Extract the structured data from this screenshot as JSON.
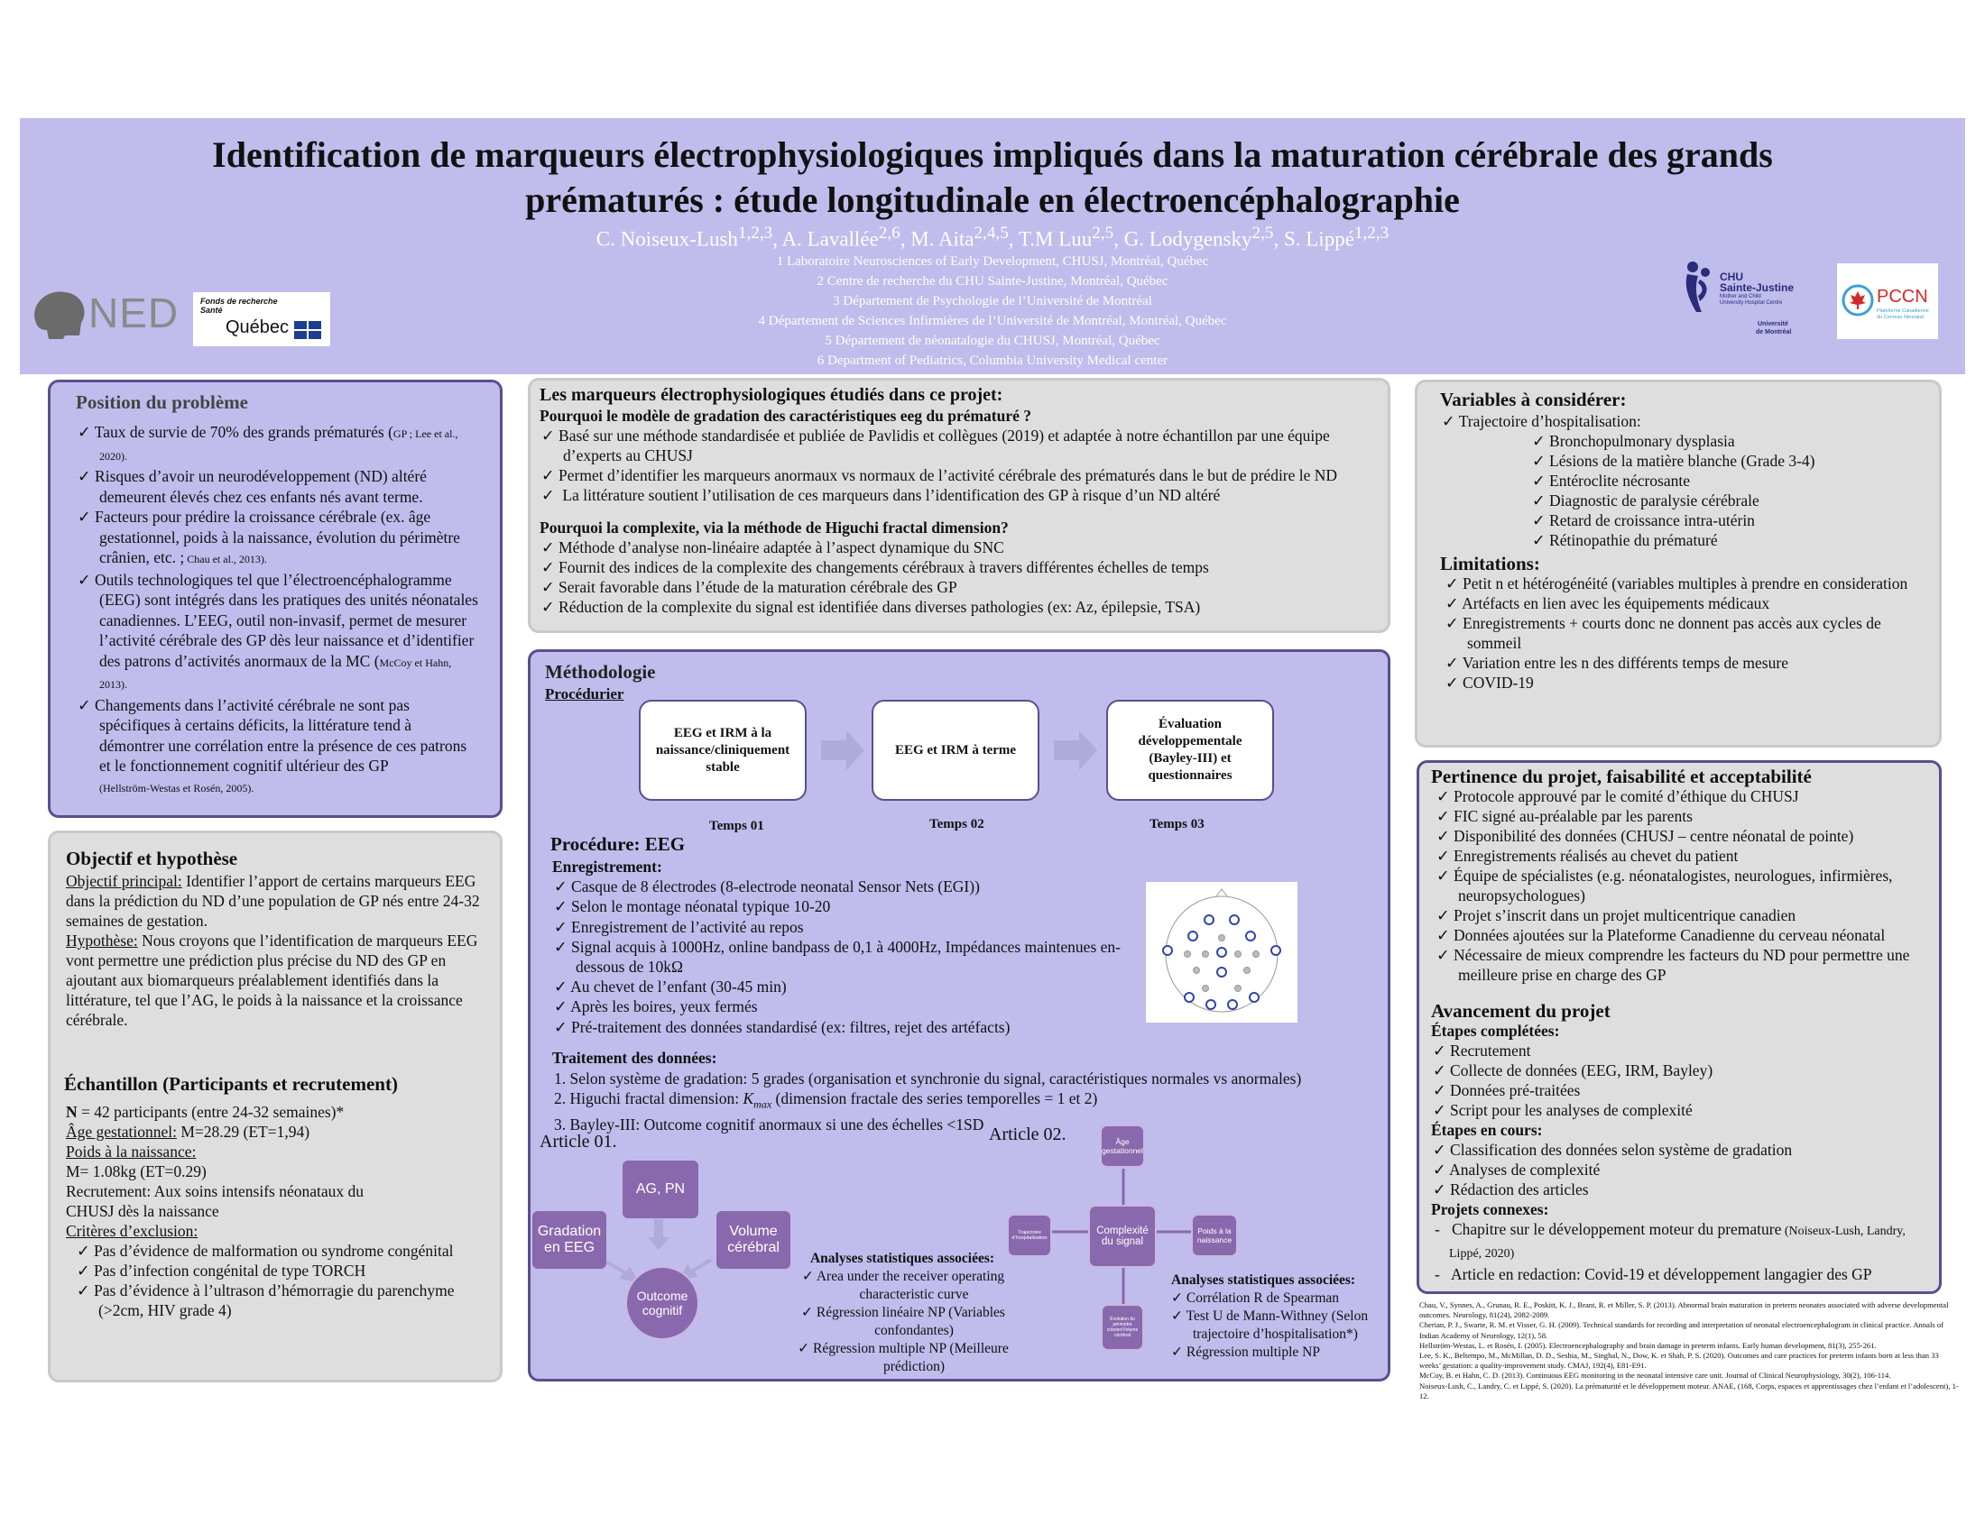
{
  "header": {
    "title": "Identification de marqueurs électrophysiologiques impliqués dans la maturation cérébrale des grands prématurés : étude longitudinale en électroencéphalographie",
    "authors": "C. Noiseux-Lush1,2,3, A. Lavallée2,6, M. Aita2,4,5, T.M Luu2,5, G. Lodygensky2,5, S. Lippé1,2,3",
    "affiliations": [
      "1 Laboratoire Neurosciences of Early Development, CHUSJ, Montréal, Québec",
      "2 Centre de recherche du CHU Sainte-Justine, Montréal,  Québec",
      "3 Département de Psychologie de l’Université de Montréal",
      "4 Département de Sciences Infirmières de l’Université de Montréal, Montréal, Québec",
      "5 Département de néonatalogie du CHUSJ, Montréal, Québec",
      "6 Department of Pediatrics, Columbia University Medical center"
    ],
    "logos": {
      "ned": "NED",
      "frq_line1": "Fonds de recherche",
      "frq_line2": "Santé",
      "frq_line3": "Québec",
      "chu_line1": "CHU",
      "chu_line2": "Sainte-Justine",
      "chu_line3": "Mother and Child",
      "chu_line4": "University Hospital Centre",
      "udem_line1": "Université",
      "udem_line2": "de Montréal",
      "pccn": "PCCN",
      "pccn_sub1": "Plateforme Canadienne",
      "pccn_sub2": "du Cerveau Néonatal"
    },
    "accent": "#c0bcec"
  },
  "position": {
    "heading": "Position du problème",
    "items": [
      {
        "text": "Taux de survie de 70% des grands prématurés (",
        "ref": "GP ; Lee et al., 2020)."
      },
      {
        "text": "Risques d’avoir un neurodéveloppement (ND) altéré demeurent élevés chez ces enfants nés avant terme.",
        "ref": ""
      },
      {
        "text": "Facteurs pour prédire la croissance cérébrale (ex. âge gestationnel, poids à la naissance, évolution du périmètre crânien, etc. ;",
        "ref": " Chau et al., 2013)."
      },
      {
        "text": "Outils technologiques tel que l’électroencéphalogramme (EEG) sont intégrés dans les pratiques des unités néonatales canadiennes. L’EEG, outil non-invasif, permet de mesurer l’activité cérébrale des GP dès leur naissance et d’identifier des patrons d’activités anormaux de la MC (",
        "ref": "McCoy et Hahn, 2013)."
      },
      {
        "text": "Changements dans l’activité cérébrale ne sont pas spécifiques à certains déficits, la littérature tend à démontrer une corrélation entre la présence de ces patrons et le fonctionnement cognitif ultérieur des GP",
        "ref": "(Hellström-Westas et Rosén, 2005)."
      }
    ]
  },
  "objectif": {
    "heading": "Objectif et hypothèse",
    "principal_label": "Objectif principal:",
    "principal_text": " Identifier l’apport de certains marqueurs EEG dans la prédiction du ND d’une population de GP nés entre 24-32 semaines de gestation.",
    "hyp_label": "Hypothèse:",
    "hyp_text": " Nous croyons que l’identification de marqueurs EEG vont permettre une prédiction plus précise du ND des GP  en ajoutant aux biomarqueurs préalablement identifiés dans la littérature, tel que l’AG, le poids à la naissance et la croissance cérébrale."
  },
  "echantillon": {
    "heading": "Échantillon (Participants et recrutement)",
    "n_label": "N",
    "n_text": " = 42 participants (entre 24-32 semaines)*",
    "age_label": "Âge gestationnel:",
    "age_text": "  M=28.29 (ET=1,94)",
    "poids_label": "Poids à la naissance:",
    "poids_text": "M= 1.08kg (ET=0.29)",
    "recrutement": "Recrutement: Aux soins intensifs néonataux du CHUSJ dès la naissance",
    "criteres_label": "Critères d’exclusion:",
    "criteres": [
      "Pas d’évidence de malformation ou syndrome congénital",
      "Pas d’infection congénital de type TORCH",
      "Pas d’évidence à l’ultrason d’hémorragie du parenchyme (>2cm, HIV grade 4)"
    ]
  },
  "marqueurs": {
    "heading": "Les marqueurs électrophysiologiques étudiés dans ce projet:",
    "q1": "Pourquoi le modèle de gradation des caractéristiques eeg du prématuré ?",
    "q1_items": [
      "Basé sur une méthode standardisée et publiée de Pavlidis et collègues (2019) et adaptée à notre échantillon par une équipe d’experts au CHUSJ",
      "Permet d’identifier les marqueurs anormaux vs normaux de l’activité cérébrale des prématurés dans le but de prédire le ND",
      " La littérature soutient l’utilisation de ces marqueurs dans l’identification des GP à risque d’un ND altéré"
    ],
    "q2": "Pourquoi la complexite, via la méthode de Higuchi fractal dimension?",
    "q2_items": [
      "Méthode d’analyse non-linéaire adaptée à l’aspect dynamique du SNC",
      "Fournit des indices de la complexite des changements cérébraux à travers différentes échelles de temps",
      "Serait favorable dans l’étude de la maturation cérébrale des GP",
      "Réduction de la complexite du signal est identifiée dans diverses pathologies (ex: Az, épilepsie, TSA)"
    ]
  },
  "methodo": {
    "heading": "Méthodologie",
    "procedurier": "Procédurier",
    "flow": [
      {
        "label": "EEG et IRM à la naissance/cliniquement stable",
        "time": "Temps 01"
      },
      {
        "label": "EEG et IRM à terme",
        "time": "Temps 02"
      },
      {
        "label": "Évaluation développementale (Bayley-III) et questionnaires",
        "time": "Temps 03"
      }
    ],
    "proc_heading": "Procédure: EEG",
    "enr_heading": "Enregistrement:",
    "enr_items": [
      "Casque de 8 électrodes (8-electrode neonatal Sensor Nets (EGI))",
      "Selon le montage néonatal typique 10-20",
      "Enregistrement de l’activité au repos",
      "Signal acquis à 1000Hz, online bandpass de 0,1 à 4000Hz, Impédances maintenues en-dessous de 10kΩ",
      "Au chevet de l’enfant (30-45 min)",
      "Après les boires, yeux fermés",
      "Pré-traitement des données standardisé (ex: filtres, rejet des artéfacts)"
    ],
    "trait_heading": "Traitement des données:",
    "trait_items": [
      "1.   Selon système de gradation: 5 grades (organisation et synchronie du signal, caractéristiques normales vs anormales)",
      "2.   Higuchi fractal dimension: Kmax (dimension fractale des series temporelles = 1 et 2)",
      "3.   Bayley-III: Outcome cognitif anormaux si une des échelles <1SD"
    ],
    "article1": "Article 01.",
    "article2": "Article 02.",
    "a1_nodes": {
      "top": "AG, PN",
      "left": "Gradation en EEG",
      "right": "Volume cérébral",
      "center": "Outcome cognitif"
    },
    "a1_stats_heading": "Analyses statistiques associées:",
    "a1_stats": [
      "Area under the receiver operating characteristic curve",
      "Régression linéaire NP (Variables confondantes)",
      "Régression multiple NP (Meilleure prédiction)"
    ],
    "a2_nodes": {
      "top": "Âge gestationnel",
      "left": "Trajectoire d’hospitalisation",
      "right": "Poids à la naissance",
      "center": "Complexité du signal",
      "bottom": "Évolution du périmètre crânien/Volume cérébral"
    },
    "a2_stats_heading": "Analyses statistiques associées:",
    "a2_stats": [
      "Corrélation R de Spearman",
      "Test U de Mann-Withney (Selon trajectoire d’hospitalisation*)",
      "Régression multiple NP"
    ]
  },
  "variables": {
    "heading": "Variables à considérer:",
    "traj": "Trajectoire d’hospitalisation:",
    "traj_items": [
      "Bronchopulmonary dysplasia",
      "Lésions de la matière blanche (Grade 3-4)",
      "Entéroclite nécrosante",
      "Diagnostic de paralysie cérébrale",
      "Retard de croissance intra-utérin",
      "Rétinopathie du prématuré"
    ],
    "lim_heading": "Limitations:",
    "lim_items": [
      "Petit n et hétérogénéité (variables multiples à prendre en consideration",
      "Artéfacts en lien avec les équipements médicaux",
      "Enregistrements + courts donc ne donnent pas accès aux cycles de sommeil",
      "Variation entre les n des différents  temps de mesure",
      "COVID-19"
    ]
  },
  "pertinence": {
    "heading": "Pertinence du projet, faisabilité et acceptabilité",
    "items": [
      "Protocole approuvé par le comité d’éthique du CHUSJ",
      "FIC signé au-préalable par les parents",
      "Disponibilité des données (CHUSJ – centre néonatal de pointe)",
      "Enregistrements réalisés au chevet du patient",
      "Équipe de spécialistes (e.g. néonatalogistes, neurologues, infirmières, neuropsychologues)",
      "Projet s’inscrit dans un projet multicentrique canadien",
      "Données ajoutées sur la Plateforme Canadienne du cerveau néonatal",
      "Nécessaire de mieux comprendre les facteurs du ND pour permettre une meilleure prise en charge des GP"
    ],
    "av_heading": "Avancement du projet",
    "done_heading": "Étapes complétées:",
    "done": [
      "Recrutement",
      "Collecte de données (EEG, IRM, Bayley)",
      "Données pré-traitées",
      "Script pour les analyses de complexité"
    ],
    "cours_heading": "Étapes en cours:",
    "cours": [
      "Classification des données selon système de gradation",
      "Analyses de complexité",
      "Rédaction des articles"
    ],
    "connexes_heading": "Projets connexes:",
    "connexe1": "Chapitre sur le développement moteur du premature",
    "connexe1_ref": " (Noiseux-Lush, Landry, Lippé, 2020)",
    "connexe2": "Article en redaction: Covid-19 et développement langagier des GP"
  },
  "references": [
    "Chau, V., Synnes, A., Grunau, R. E., Poskitt, K. J., Brant, R. et Miller, S. P. (2013). Abnormal brain maturation in preterm neonates associated with adverse developmental outcomes. Neurology, 81(24), 2082-2089.",
    "Cherian, P. J., Swarte, R. M. et Visser, G. H. (2009). Technical standards for recording and interpretation of neonatal electroencephalogram in clinical practice. Annals of Indian Academy of Neurology, 12(1), 58.",
    "Hellström-Westas, L. et Rosén, I. (2005). Electroencephalography and brain damage in preterm infants. Early human development, 81(3), 255-261.",
    "Lee, S. K., Beltempo, M., McMillan, D. D., Seshia, M., Singhal, N., Dow, K. et Shah, P. S. (2020). Outcomes and care practices for preterm infants born at less than 33 weeks’ gestation: a quality-improvement study. CMAJ, 192(4), E81-E91.",
    "McCoy, B. et Hahn, C. D. (2013). Continuous EEG monitoring in the neonatal intensive care unit. Journal of Clinical Neurophysiology, 30(2), 106-114.",
    "Noiseux-Lush, C., Landry, C. et Lippé, S. (2020). La prématurité et le développement moteur. ANAE, (168, Corps, espaces et apprentissages chez l’enfant et l’adolescent), 1-12."
  ]
}
